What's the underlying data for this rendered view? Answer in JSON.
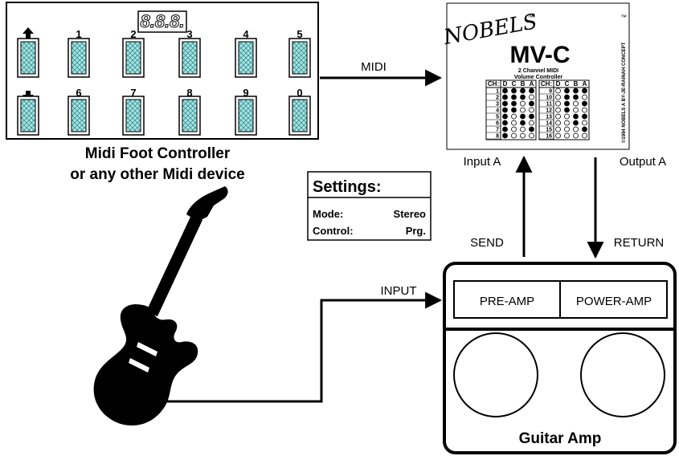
{
  "foot_controller": {
    "display": "8.8.8.",
    "up_arrow_icon": "arrow-up-icon",
    "down_arrow_icon": "arrow-down-icon",
    "top_labels": [
      "1",
      "2",
      "3",
      "4",
      "5"
    ],
    "bottom_labels": [
      "6",
      "7",
      "8",
      "9",
      "0"
    ],
    "caption_line1": "Midi Foot Controller",
    "caption_line2": "or any other Midi device",
    "pedal_fill": "#a9e4e4"
  },
  "connections": {
    "midi": "MIDI",
    "input_a": "Input A",
    "output_a": "Output A",
    "send": "SEND",
    "return": "RETURN",
    "input": "INPUT"
  },
  "settings": {
    "title": "Settings:",
    "rows": [
      {
        "key": "Mode:",
        "value": "Stereo"
      },
      {
        "key": "Control:",
        "value": "Prg."
      }
    ]
  },
  "mvc": {
    "brand": "NOBELS",
    "brand_tm": "™",
    "model": "MV-C",
    "subtitle1": "2 Channel MIDI",
    "subtitle2": "Volume Controller",
    "side_text": "©1994 NOBELS  A BY-JE-RAINAH CONCEPT",
    "tm_mark": "™",
    "header_left": [
      "CH:",
      "D",
      "C",
      "B",
      "A"
    ],
    "header_right": [
      "CH:",
      "D",
      "C",
      "B",
      "A"
    ],
    "left_channels": [
      "1",
      "2",
      "3",
      "4",
      "5",
      "6",
      "7",
      "8"
    ],
    "right_channels": [
      "9",
      "10",
      "11",
      "12",
      "13",
      "14",
      "15",
      "16"
    ],
    "left_dots": [
      [
        1,
        1,
        1,
        1
      ],
      [
        1,
        1,
        1,
        0
      ],
      [
        1,
        1,
        0,
        1
      ],
      [
        1,
        1,
        0,
        0
      ],
      [
        1,
        0,
        1,
        1
      ],
      [
        1,
        0,
        1,
        0
      ],
      [
        1,
        0,
        0,
        1
      ],
      [
        1,
        0,
        0,
        0
      ]
    ],
    "right_dots": [
      [
        0,
        1,
        1,
        1
      ],
      [
        0,
        1,
        1,
        0
      ],
      [
        0,
        1,
        0,
        1
      ],
      [
        0,
        1,
        0,
        0
      ],
      [
        0,
        0,
        1,
        1
      ],
      [
        0,
        0,
        1,
        0
      ],
      [
        0,
        0,
        0,
        1
      ],
      [
        0,
        0,
        0,
        0
      ]
    ]
  },
  "amp": {
    "preamp": "PRE-AMP",
    "poweramp": "POWER-AMP",
    "label": "Guitar Amp"
  },
  "guitar": {
    "icon": "electric-guitar-icon"
  }
}
